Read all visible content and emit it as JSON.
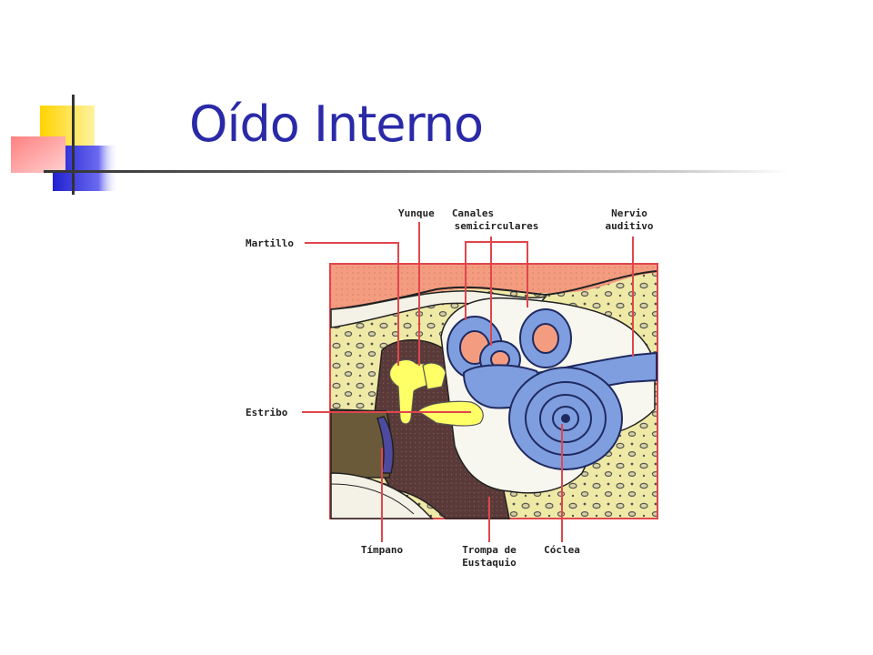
{
  "slide": {
    "title": "Oído Interno"
  },
  "diagram": {
    "labels": {
      "martillo": "Martillo",
      "yunque": "Yunque",
      "canales_1": "Canales",
      "canales_2": "semicirculares",
      "nervio_1": "Nervio",
      "nervio_2": "auditivo",
      "estribo": "Estribo",
      "timpano": "Tímpano",
      "trompa_1": "Trompa de",
      "trompa_2": "Eustaquio",
      "coclea": "Cóclea"
    }
  },
  "colors": {
    "title": "#2a2aa8",
    "leader_lines": "#e0464c",
    "bone": "#efe9a6",
    "cochlea": "#7f9ee0",
    "ossicles": "#ffff66",
    "cavity": "#5a3a38",
    "skin": "#f39c80"
  }
}
